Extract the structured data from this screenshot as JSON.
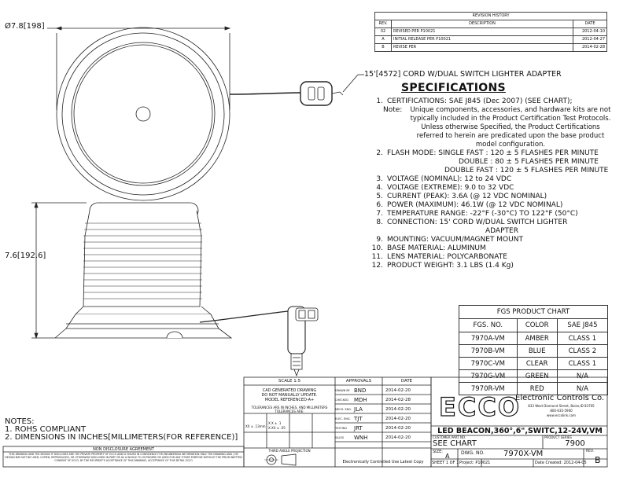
{
  "revision_history": {
    "title": "REVISION HISTORY",
    "headers": [
      "REV.",
      "DESCRIPTION",
      "DATE"
    ],
    "rows": [
      {
        "rev": "02",
        "description": "REVISED PER P10021",
        "date": "2012-04-10"
      },
      {
        "rev": "A",
        "description": "INITIAL RELEASE PER P10021",
        "date": "2012-04-27"
      },
      {
        "rev": "B",
        "description": "REVISE PER",
        "date": "2014-02-28"
      }
    ]
  },
  "dimensions": {
    "diameter": "Ø7.8[198]",
    "height": "7.6[192.6]"
  },
  "cord_callout": "15'[4572] CORD W/DUAL SWITCH LIGHTER ADAPTER",
  "specifications": {
    "title": "SPECIFICATIONS",
    "cert": {
      "num": "1.",
      "text": "CERTIFICATIONS:  SAE J845 (Dec 2007) (SEE CHART);"
    },
    "note_label": "Note:",
    "note_text": "Unique components, accessories, and hardware kits are not typically included in the Product Certification Test Protocols.  Unless otherwise Specified, the Product Certifications referred to herein are predicated upon the base product model configuration.",
    "flash": {
      "num": "2.",
      "line1": "FLASH MODE: SINGLE FAST : 120 ± 5 FLASHES PER MINUTE",
      "line2": "DOUBLE : 80 ± 5 FLASHES PER MINUTE",
      "line3": "DOUBLE FAST : 120 ± 5 FLASHES PER MINUTE"
    },
    "items": [
      {
        "num": "3.",
        "text": "VOLTAGE (NOMINAL): 12 to 24 VDC"
      },
      {
        "num": "4.",
        "text": "VOLTAGE (EXTREME): 9.0 to 32 VDC"
      },
      {
        "num": "5.",
        "text": "CURRENT (PEAK): 3.6A (@ 12 VDC NOMINAL)"
      },
      {
        "num": "6.",
        "text": "POWER (MAXIMUM): 46.1W (@ 12 VDC NOMINAL)"
      },
      {
        "num": "7.",
        "text": "TEMPERATURE RANGE: -22°F (-30°C) TO 122°F (50°C)"
      }
    ],
    "connection": {
      "num": "8.",
      "line1": "CONNECTION: 15' CORD W/DUAL SWITCH LIGHTER",
      "line2": "ADAPTER"
    },
    "items2": [
      {
        "num": "9.",
        "text": "MOUNTING: VACUUM/MAGNET MOUNT"
      },
      {
        "num": "10.",
        "text": "BASE MATERIAL: ALUMINUM"
      },
      {
        "num": "11.",
        "text": "LENS MATERIAL: POLYCARBONATE"
      },
      {
        "num": "12.",
        "text": "PRODUCT WEIGHT: 3.1 LBS (1.4 Kg)"
      }
    ]
  },
  "product_chart": {
    "title": "FGS PRODUCT CHART",
    "headers": [
      "FGS. NO.",
      "COLOR",
      "SAE J845"
    ],
    "rows": [
      [
        "7970A-VM",
        "AMBER",
        "CLASS 1"
      ],
      [
        "7970B-VM",
        "BLUE",
        "CLASS 2"
      ],
      [
        "7970C-VM",
        "CLEAR",
        "CLASS 1"
      ],
      [
        "7970G-VM",
        "GREEN",
        "N/A"
      ],
      [
        "7970R-VM",
        "RED",
        "N/A"
      ]
    ]
  },
  "notes": {
    "title": "NOTES:",
    "items": [
      "1.   ROHS COMPLIANT",
      "2.   DIMENSIONS IN INCHES[MILLIMETERS(FOR REFERENCE)]"
    ]
  },
  "title_block": {
    "scale": "SCALE 1:5",
    "cad_notice": [
      "CAD GENERATED DRAWING",
      "DO NOT MANUALLY UPDATE.",
      "MODEL REFERENCED-A+"
    ],
    "tolerances": [
      "TOLERANCES ARE IN INCHES, AND MILLIMETERS",
      "TOLERANCES ARE:"
    ],
    "tol_values": [
      "XX  ± .13mm",
      "X.X  ± .1",
      "X.XX ± .05"
    ],
    "third_angle": "THIRD ANGLE PROJECTION",
    "approvals_header": "APPROVALS",
    "date_header": "DATE",
    "approvals": [
      {
        "role": "DRAWN BY",
        "name": "BND",
        "date": "2014-02-20"
      },
      {
        "role": "CHECKED",
        "name": "MDH",
        "date": "2014-02-28"
      },
      {
        "role": "MECH. ENG.",
        "name": "JLA",
        "date": "2014-02-20"
      },
      {
        "role": "ELEC. ENG.",
        "name": "TJT",
        "date": "2014-02-20"
      },
      {
        "role": "TESTING",
        "name": "JRT",
        "date": "2014-02-20"
      },
      {
        "role": "SALES",
        "name": "WNH",
        "date": "2014-02-20"
      }
    ],
    "nda_title": "NON DISCLOSURE AGREEMENT",
    "nda_text": "THIS DRAWING AND THE DESIGN IT DISCLOSES ARE THE PRIVATE PROPERTY OF ECCO AND IS ISSUED IN CONFIDENCE FOR ENGINEERING INFORMATION ONLY. THE DRAWING AND / OR DESIGN MAY NOT BE USED, COPIED, REPRODUCED, OR OTHERWISE DISCLOSED IN PART OR AS A WHOLE TO OUTSIDERS OR USED FOR ANY OTHER PURPOSE WITHOUT THE PRIOR WRITTEN CONSENT OF ECCO. BY THE RECIPIENT'S ACCEPTANCE OF THIS DRAWING, ACCEPTANCE OF THIS DETAIL ECCO",
    "controlled_copy": "Electronically Controlled Use Latest Copy",
    "logo": "ECCO",
    "company": "Electronic Controls Co.",
    "address": "833 West Diamond Street, Boise,ID 83705",
    "phone": "800-635-5900",
    "web": "www.eccolink.com",
    "drawing_title": "LED BEACON,360°,6\",SWITC,12-24V,VM",
    "customer_part_label": "CUSTOMER PART NO.",
    "customer_part": "SEE CHART",
    "product_series_label": "PRODUCT SERIES",
    "product_series": "7900",
    "size_label": "SIZE:",
    "size": "A",
    "dwg_label": "DWG.  NO.",
    "dwg_no": "7970X-VM",
    "rev_label": "REV.",
    "rev": "B",
    "sheet": "SHEET 1 OF 1",
    "project": "Project:  P10021",
    "date_created": "Date Created:  2012-04-05"
  }
}
